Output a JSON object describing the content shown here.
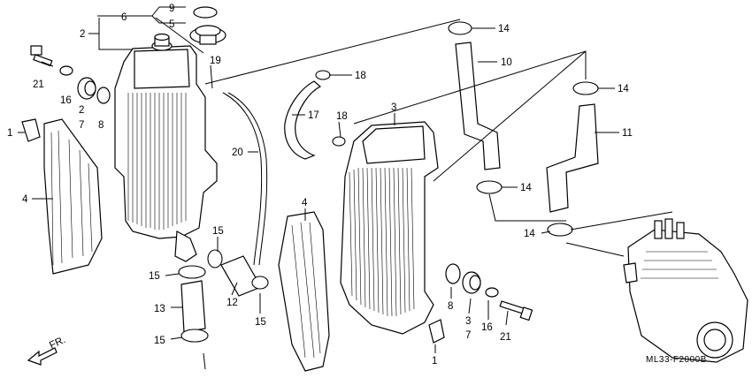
{
  "diagram": {
    "part_numbers": [
      "1",
      "2",
      "3",
      "4",
      "5",
      "6",
      "7",
      "8",
      "9",
      "10",
      "11",
      "12",
      "13",
      "14",
      "15",
      "16",
      "17",
      "18",
      "19",
      "20",
      "21"
    ],
    "direction_label": "FR.",
    "diagram_code": "ML33-F2000B"
  },
  "callouts": [
    {
      "id": "c6",
      "text": "6"
    },
    {
      "id": "c9",
      "text": "9"
    },
    {
      "id": "c5",
      "text": "5"
    },
    {
      "id": "c2a",
      "text": "2"
    },
    {
      "id": "c19",
      "text": "19"
    },
    {
      "id": "c21a",
      "text": "21"
    },
    {
      "id": "c16a",
      "text": "16"
    },
    {
      "id": "c2b",
      "text": "2"
    },
    {
      "id": "c7a",
      "text": "7"
    },
    {
      "id": "c8a",
      "text": "8"
    },
    {
      "id": "c1a",
      "text": "1"
    },
    {
      "id": "c4a",
      "text": "4"
    },
    {
      "id": "c20",
      "text": "20"
    },
    {
      "id": "c15a",
      "text": "15"
    },
    {
      "id": "c15b",
      "text": "15"
    },
    {
      "id": "c12",
      "text": "12"
    },
    {
      "id": "c15c",
      "text": "15"
    },
    {
      "id": "c13",
      "text": "13"
    },
    {
      "id": "c15d",
      "text": "15"
    },
    {
      "id": "c14a",
      "text": "14"
    },
    {
      "id": "c10",
      "text": "10"
    },
    {
      "id": "c18a",
      "text": "18"
    },
    {
      "id": "c17",
      "text": "17"
    },
    {
      "id": "c18b",
      "text": "18"
    },
    {
      "id": "c3a",
      "text": "3"
    },
    {
      "id": "c14b",
      "text": "14"
    },
    {
      "id": "c11",
      "text": "11"
    },
    {
      "id": "c14c",
      "text": "14"
    },
    {
      "id": "c14d",
      "text": "14"
    },
    {
      "id": "c4b",
      "text": "4"
    },
    {
      "id": "c8b",
      "text": "8"
    },
    {
      "id": "c3b",
      "text": "3"
    },
    {
      "id": "c7b",
      "text": "7"
    },
    {
      "id": "c16b",
      "text": "16"
    },
    {
      "id": "c21b",
      "text": "21"
    },
    {
      "id": "c1b",
      "text": "1"
    }
  ]
}
